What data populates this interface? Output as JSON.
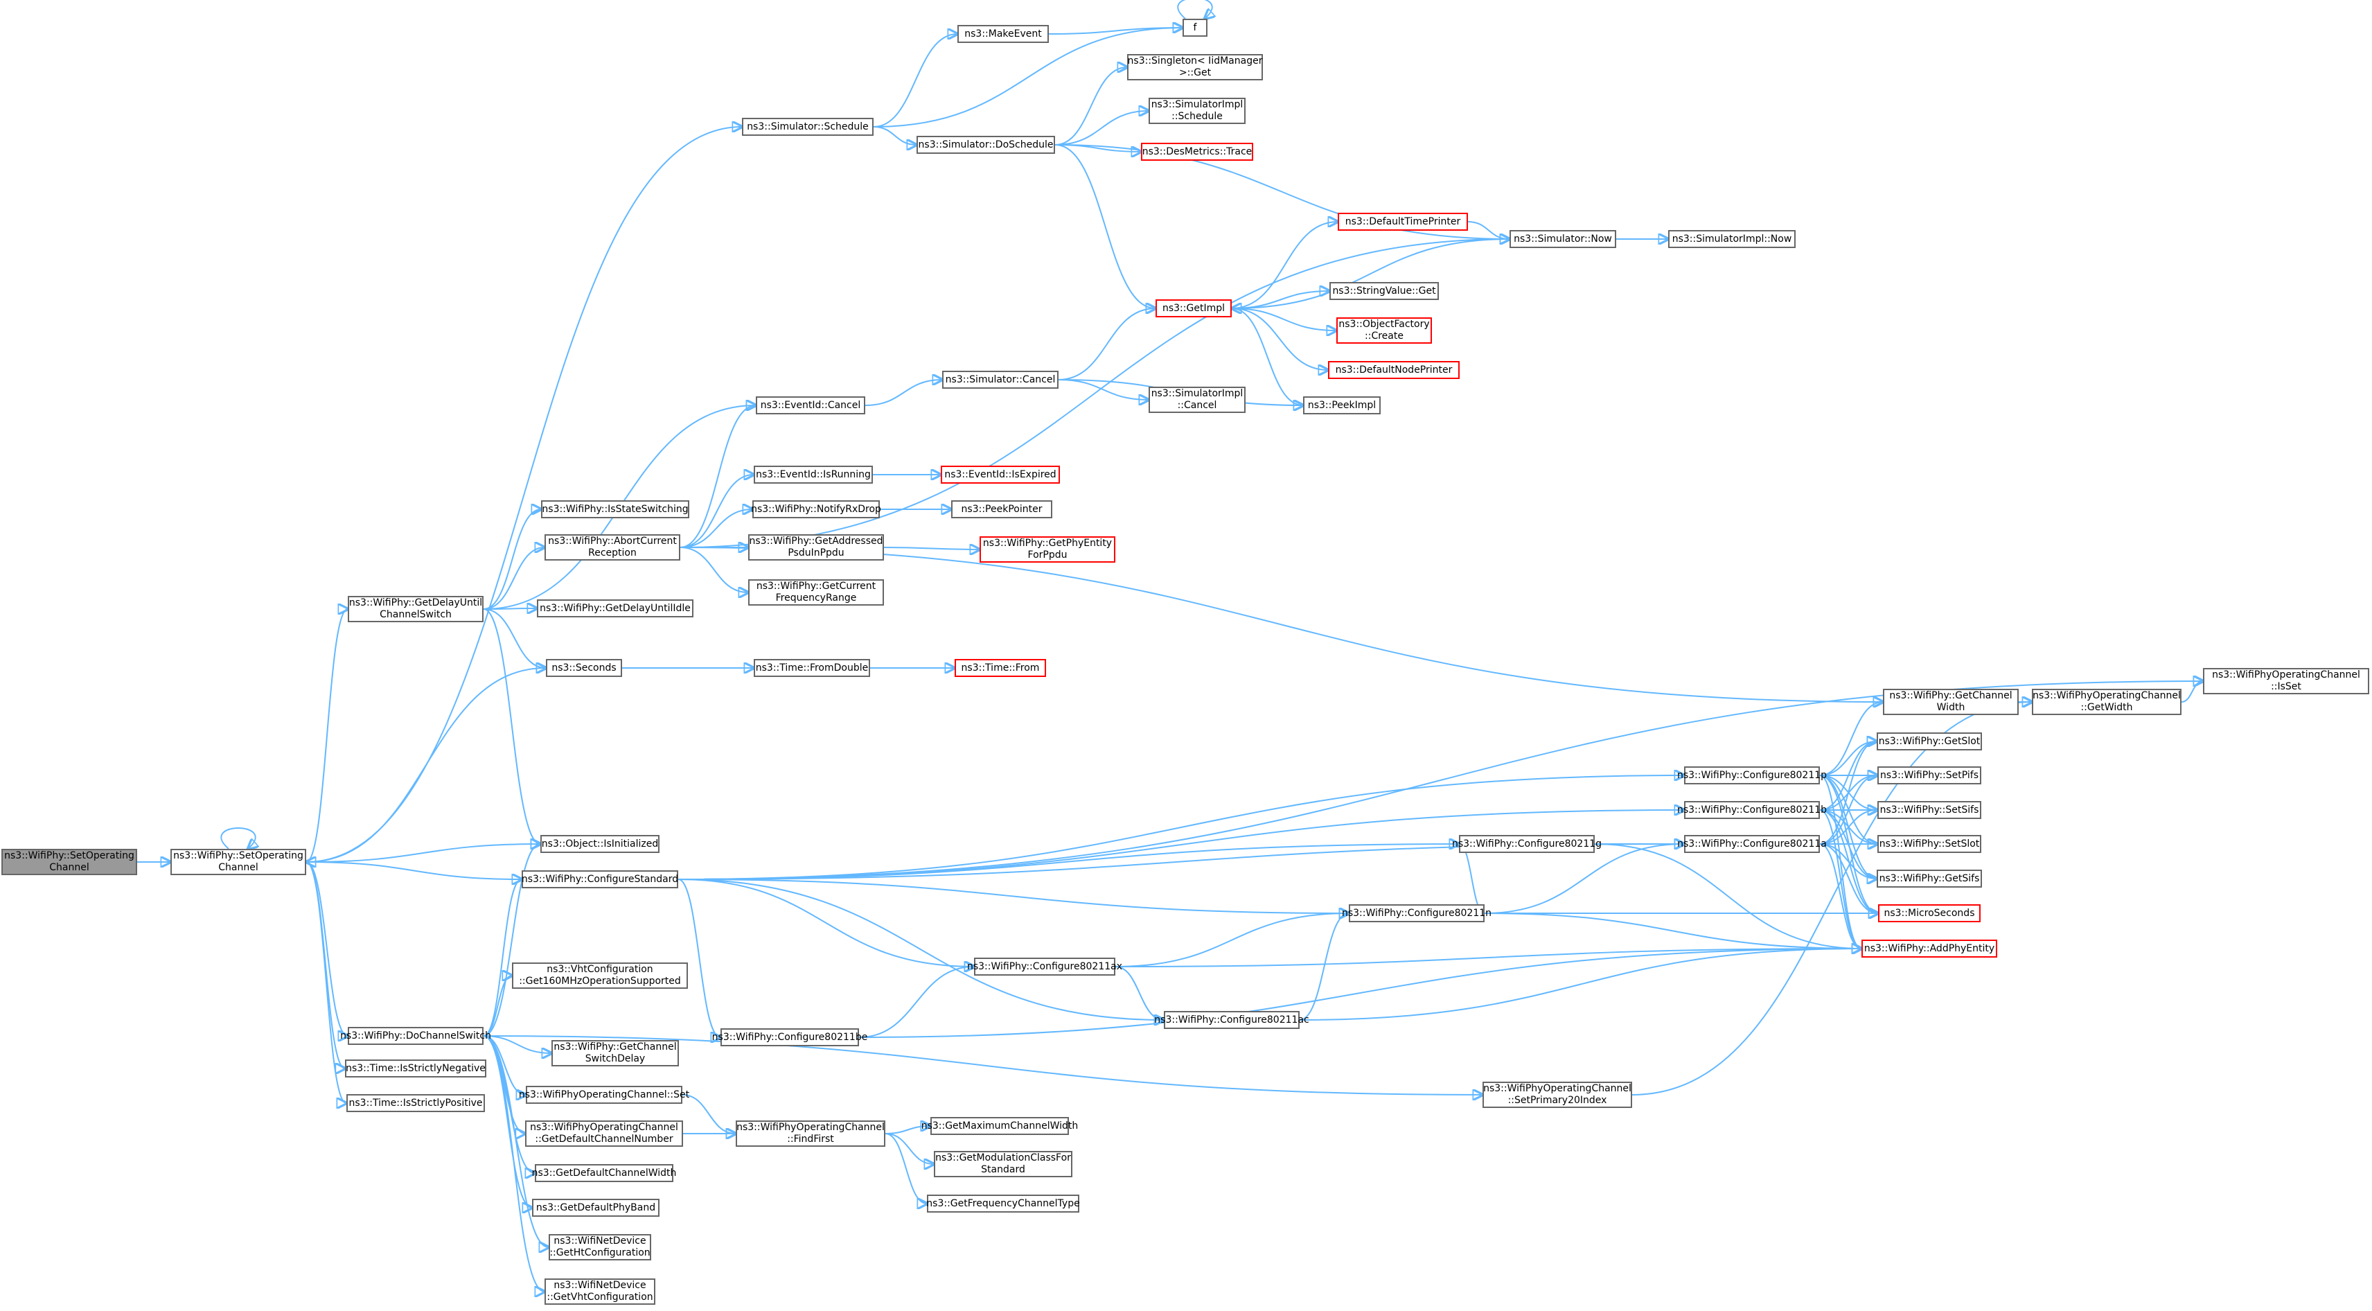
{
  "nodes": [
    {
      "id": "root",
      "label": "ns3::WifiPhy::SetOperating\nChannel",
      "kind": "root"
    },
    {
      "id": "setop",
      "label": "ns3::WifiPhy::SetOperating\nChannel"
    },
    {
      "id": "simsched",
      "label": "ns3::Simulator::Schedule"
    },
    {
      "id": "makeevent",
      "label": "ns3::MakeEvent"
    },
    {
      "id": "f",
      "label": "f"
    },
    {
      "id": "singleton",
      "label": "ns3::Singleton< IidManager\n>::Get"
    },
    {
      "id": "simdosched",
      "label": "ns3::Simulator::DoSchedule"
    },
    {
      "id": "implsched",
      "label": "ns3::SimulatorImpl\n::Schedule"
    },
    {
      "id": "desmetrics",
      "label": "ns3::DesMetrics::Trace",
      "kind": "red"
    },
    {
      "id": "deftimeprinter",
      "label": "ns3::DefaultTimePrinter",
      "kind": "red"
    },
    {
      "id": "simnow",
      "label": "ns3::Simulator::Now"
    },
    {
      "id": "implnow",
      "label": "ns3::SimulatorImpl::Now"
    },
    {
      "id": "getimpl",
      "label": "ns3::GetImpl",
      "kind": "red"
    },
    {
      "id": "strvalget",
      "label": "ns3::StringValue::Get"
    },
    {
      "id": "objfactory",
      "label": "ns3::ObjectFactory\n::Create",
      "kind": "red"
    },
    {
      "id": "defnodeprinter",
      "label": "ns3::DefaultNodePrinter",
      "kind": "red"
    },
    {
      "id": "peekimpl",
      "label": "ns3::PeekImpl"
    },
    {
      "id": "evcancel",
      "label": "ns3::EventId::Cancel"
    },
    {
      "id": "simcancel",
      "label": "ns3::Simulator::Cancel"
    },
    {
      "id": "implcancel",
      "label": "ns3::SimulatorImpl\n::Cancel"
    },
    {
      "id": "evisrunning",
      "label": "ns3::EventId::IsRunning"
    },
    {
      "id": "evisexpired",
      "label": "ns3::EventId::IsExpired",
      "kind": "red"
    },
    {
      "id": "isstatesw",
      "label": "ns3::WifiPhy::IsStateSwitching"
    },
    {
      "id": "notifyrxdrop",
      "label": "ns3::WifiPhy::NotifyRxDrop"
    },
    {
      "id": "peekpointer",
      "label": "ns3::PeekPointer"
    },
    {
      "id": "abortrx",
      "label": "ns3::WifiPhy::AbortCurrent\nReception"
    },
    {
      "id": "getaddressed",
      "label": "ns3::WifiPhy::GetAddressed\nPsduInPpdu"
    },
    {
      "id": "getphyentity",
      "label": "ns3::WifiPhy::GetPhyEntity\nForPpdu",
      "kind": "red"
    },
    {
      "id": "getcurfreq",
      "label": "ns3::WifiPhy::GetCurrent\nFrequencyRange"
    },
    {
      "id": "getdelaysw",
      "label": "ns3::WifiPhy::GetDelayUntil\nChannelSwitch"
    },
    {
      "id": "getdelayidle",
      "label": "ns3::WifiPhy::GetDelayUntilIdle"
    },
    {
      "id": "seconds",
      "label": "ns3::Seconds"
    },
    {
      "id": "fromdouble",
      "label": "ns3::Time::FromDouble"
    },
    {
      "id": "timefrom",
      "label": "ns3::Time::From",
      "kind": "red"
    },
    {
      "id": "isset",
      "label": "ns3::WifiPhyOperatingChannel\n::IsSet"
    },
    {
      "id": "getchwidth",
      "label": "ns3::WifiPhy::GetChannel\nWidth"
    },
    {
      "id": "opgetwidth",
      "label": "ns3::WifiPhyOperatingChannel\n::GetWidth"
    },
    {
      "id": "getslot",
      "label": "ns3::WifiPhy::GetSlot"
    },
    {
      "id": "c11p",
      "label": "ns3::WifiPhy::Configure80211p"
    },
    {
      "id": "setpifs",
      "label": "ns3::WifiPhy::SetPifs"
    },
    {
      "id": "c11b",
      "label": "ns3::WifiPhy::Configure80211b"
    },
    {
      "id": "setsifs",
      "label": "ns3::WifiPhy::SetSifs"
    },
    {
      "id": "objisinit",
      "label": "ns3::Object::IsInitialized"
    },
    {
      "id": "c11g",
      "label": "ns3::WifiPhy::Configure80211g"
    },
    {
      "id": "c11a",
      "label": "ns3::WifiPhy::Configure80211a"
    },
    {
      "id": "setslot",
      "label": "ns3::WifiPhy::SetSlot"
    },
    {
      "id": "configstd",
      "label": "ns3::WifiPhy::ConfigureStandard"
    },
    {
      "id": "getsifs",
      "label": "ns3::WifiPhy::GetSifs"
    },
    {
      "id": "c11n",
      "label": "ns3::WifiPhy::Configure80211n"
    },
    {
      "id": "microseconds",
      "label": "ns3::MicroSeconds",
      "kind": "red"
    },
    {
      "id": "c11ax",
      "label": "ns3::WifiPhy::Configure80211ax"
    },
    {
      "id": "addphyentity",
      "label": "ns3::WifiPhy::AddPhyEntity",
      "kind": "red"
    },
    {
      "id": "vhtcfg",
      "label": "ns3::VhtConfiguration\n::Get160MHzOperationSupported"
    },
    {
      "id": "c11ac",
      "label": "ns3::WifiPhy::Configure80211ac"
    },
    {
      "id": "dochsw",
      "label": "ns3::WifiPhy::DoChannelSwitch"
    },
    {
      "id": "c11be",
      "label": "ns3::WifiPhy::Configure80211be"
    },
    {
      "id": "getchswdelay",
      "label": "ns3::WifiPhy::GetChannel\nSwitchDelay"
    },
    {
      "id": "isneg",
      "label": "ns3::Time::IsStrictlyNegative"
    },
    {
      "id": "setprim20",
      "label": "ns3::WifiPhyOperatingChannel\n::SetPrimary20Index"
    },
    {
      "id": "ispos",
      "label": "ns3::Time::IsStrictlyPositive"
    },
    {
      "id": "opset",
      "label": "ns3::WifiPhyOperatingChannel::Set"
    },
    {
      "id": "getdefchnum",
      "label": "ns3::WifiPhyOperatingChannel\n::GetDefaultChannelNumber"
    },
    {
      "id": "findfirst",
      "label": "ns3::WifiPhyOperatingChannel\n::FindFirst"
    },
    {
      "id": "getmaxchw",
      "label": "ns3::GetMaximumChannelWidth"
    },
    {
      "id": "getmodclass",
      "label": "ns3::GetModulationClassFor\nStandard"
    },
    {
      "id": "getdefchw",
      "label": "ns3::GetDefaultChannelWidth"
    },
    {
      "id": "getfreqchtype",
      "label": "ns3::GetFrequencyChannelType"
    },
    {
      "id": "getdefband",
      "label": "ns3::GetDefaultPhyBand"
    },
    {
      "id": "gethtcfg",
      "label": "ns3::WifiNetDevice\n::GetHtConfiguration"
    },
    {
      "id": "getvhtcfg",
      "label": "ns3::WifiNetDevice\n::GetVhtConfiguration"
    }
  ],
  "edges": [
    [
      "root",
      "setop"
    ],
    [
      "setop",
      "setop"
    ],
    [
      "setop",
      "simsched"
    ],
    [
      "setop",
      "getdelaysw"
    ],
    [
      "setop",
      "seconds"
    ],
    [
      "setop",
      "objisinit"
    ],
    [
      "setop",
      "dochsw"
    ],
    [
      "setop",
      "isneg"
    ],
    [
      "setop",
      "ispos"
    ],
    [
      "simsched",
      "makeevent"
    ],
    [
      "simsched",
      "f"
    ],
    [
      "simsched",
      "simdosched"
    ],
    [
      "makeevent",
      "f"
    ],
    [
      "f",
      "f"
    ],
    [
      "simdosched",
      "singleton"
    ],
    [
      "simdosched",
      "implsched"
    ],
    [
      "simdosched",
      "desmetrics"
    ],
    [
      "simdosched",
      "getimpl"
    ],
    [
      "simdosched",
      "simnow"
    ],
    [
      "deftimeprinter",
      "simnow"
    ],
    [
      "getimpl",
      "deftimeprinter"
    ],
    [
      "simnow",
      "getimpl"
    ],
    [
      "simnow",
      "implnow"
    ],
    [
      "getimpl",
      "strvalget"
    ],
    [
      "getimpl",
      "objfactory"
    ],
    [
      "getimpl",
      "defnodeprinter"
    ],
    [
      "getimpl",
      "peekimpl"
    ],
    [
      "evcancel",
      "simcancel"
    ],
    [
      "simcancel",
      "getimpl"
    ],
    [
      "simcancel",
      "implcancel"
    ],
    [
      "simcancel",
      "peekimpl"
    ],
    [
      "evisrunning",
      "evisexpired"
    ],
    [
      "notifyrxdrop",
      "peekpointer"
    ],
    [
      "getaddressed",
      "getphyentity"
    ],
    [
      "abortrx",
      "evcancel"
    ],
    [
      "abortrx",
      "evisrunning"
    ],
    [
      "abortrx",
      "notifyrxdrop"
    ],
    [
      "abortrx",
      "getaddressed"
    ],
    [
      "abortrx",
      "getcurfreq"
    ],
    [
      "abortrx",
      "simnow"
    ],
    [
      "abortrx",
      "getchwidth"
    ],
    [
      "getdelaysw",
      "evcancel"
    ],
    [
      "getdelaysw",
      "isstatesw"
    ],
    [
      "getdelaysw",
      "abortrx"
    ],
    [
      "getdelaysw",
      "getdelayidle"
    ],
    [
      "getdelaysw",
      "seconds"
    ],
    [
      "getdelaysw",
      "objisinit"
    ],
    [
      "seconds",
      "fromdouble"
    ],
    [
      "fromdouble",
      "timefrom"
    ],
    [
      "getchwidth",
      "opgetwidth"
    ],
    [
      "opgetwidth",
      "isset"
    ],
    [
      "configstd",
      "setop"
    ],
    [
      "configstd",
      "isset"
    ],
    [
      "configstd",
      "c11p"
    ],
    [
      "configstd",
      "c11b"
    ],
    [
      "configstd",
      "c11a"
    ],
    [
      "configstd",
      "c11g"
    ],
    [
      "configstd",
      "c11n"
    ],
    [
      "configstd",
      "c11ax"
    ],
    [
      "configstd",
      "c11ac"
    ],
    [
      "configstd",
      "c11be"
    ],
    [
      "c11p",
      "getchwidth"
    ],
    [
      "c11p",
      "getslot"
    ],
    [
      "c11p",
      "setpifs"
    ],
    [
      "c11p",
      "setsifs"
    ],
    [
      "c11p",
      "setslot"
    ],
    [
      "c11p",
      "getsifs"
    ],
    [
      "c11p",
      "microseconds"
    ],
    [
      "c11p",
      "addphyentity"
    ],
    [
      "c11b",
      "getslot"
    ],
    [
      "c11b",
      "setpifs"
    ],
    [
      "c11b",
      "setsifs"
    ],
    [
      "c11b",
      "setslot"
    ],
    [
      "c11b",
      "getsifs"
    ],
    [
      "c11b",
      "microseconds"
    ],
    [
      "c11b",
      "addphyentity"
    ],
    [
      "c11a",
      "getslot"
    ],
    [
      "c11a",
      "setpifs"
    ],
    [
      "c11a",
      "setsifs"
    ],
    [
      "c11a",
      "setslot"
    ],
    [
      "c11a",
      "getsifs"
    ],
    [
      "c11a",
      "microseconds"
    ],
    [
      "c11a",
      "addphyentity"
    ],
    [
      "c11g",
      "c11a"
    ],
    [
      "c11g",
      "addphyentity"
    ],
    [
      "c11n",
      "c11g"
    ],
    [
      "c11n",
      "c11a"
    ],
    [
      "c11n",
      "microseconds"
    ],
    [
      "c11n",
      "addphyentity"
    ],
    [
      "c11ax",
      "c11n"
    ],
    [
      "c11ax",
      "c11ac"
    ],
    [
      "c11ax",
      "addphyentity"
    ],
    [
      "c11ac",
      "c11n"
    ],
    [
      "c11ac",
      "addphyentity"
    ],
    [
      "c11be",
      "c11ax"
    ],
    [
      "c11be",
      "addphyentity"
    ],
    [
      "dochsw",
      "objisinit"
    ],
    [
      "dochsw",
      "configstd"
    ],
    [
      "dochsw",
      "vhtcfg"
    ],
    [
      "dochsw",
      "getchswdelay"
    ],
    [
      "dochsw",
      "opset"
    ],
    [
      "dochsw",
      "getdefchnum"
    ],
    [
      "dochsw",
      "getdefchw"
    ],
    [
      "dochsw",
      "getdefband"
    ],
    [
      "dochsw",
      "gethtcfg"
    ],
    [
      "dochsw",
      "getvhtcfg"
    ],
    [
      "dochsw",
      "setprim20"
    ],
    [
      "setprim20",
      "opgetwidth"
    ],
    [
      "opset",
      "findfirst"
    ],
    [
      "getdefchnum",
      "findfirst"
    ],
    [
      "findfirst",
      "getmaxchw"
    ],
    [
      "findfirst",
      "getmodclass"
    ],
    [
      "findfirst",
      "getfreqchtype"
    ]
  ]
}
